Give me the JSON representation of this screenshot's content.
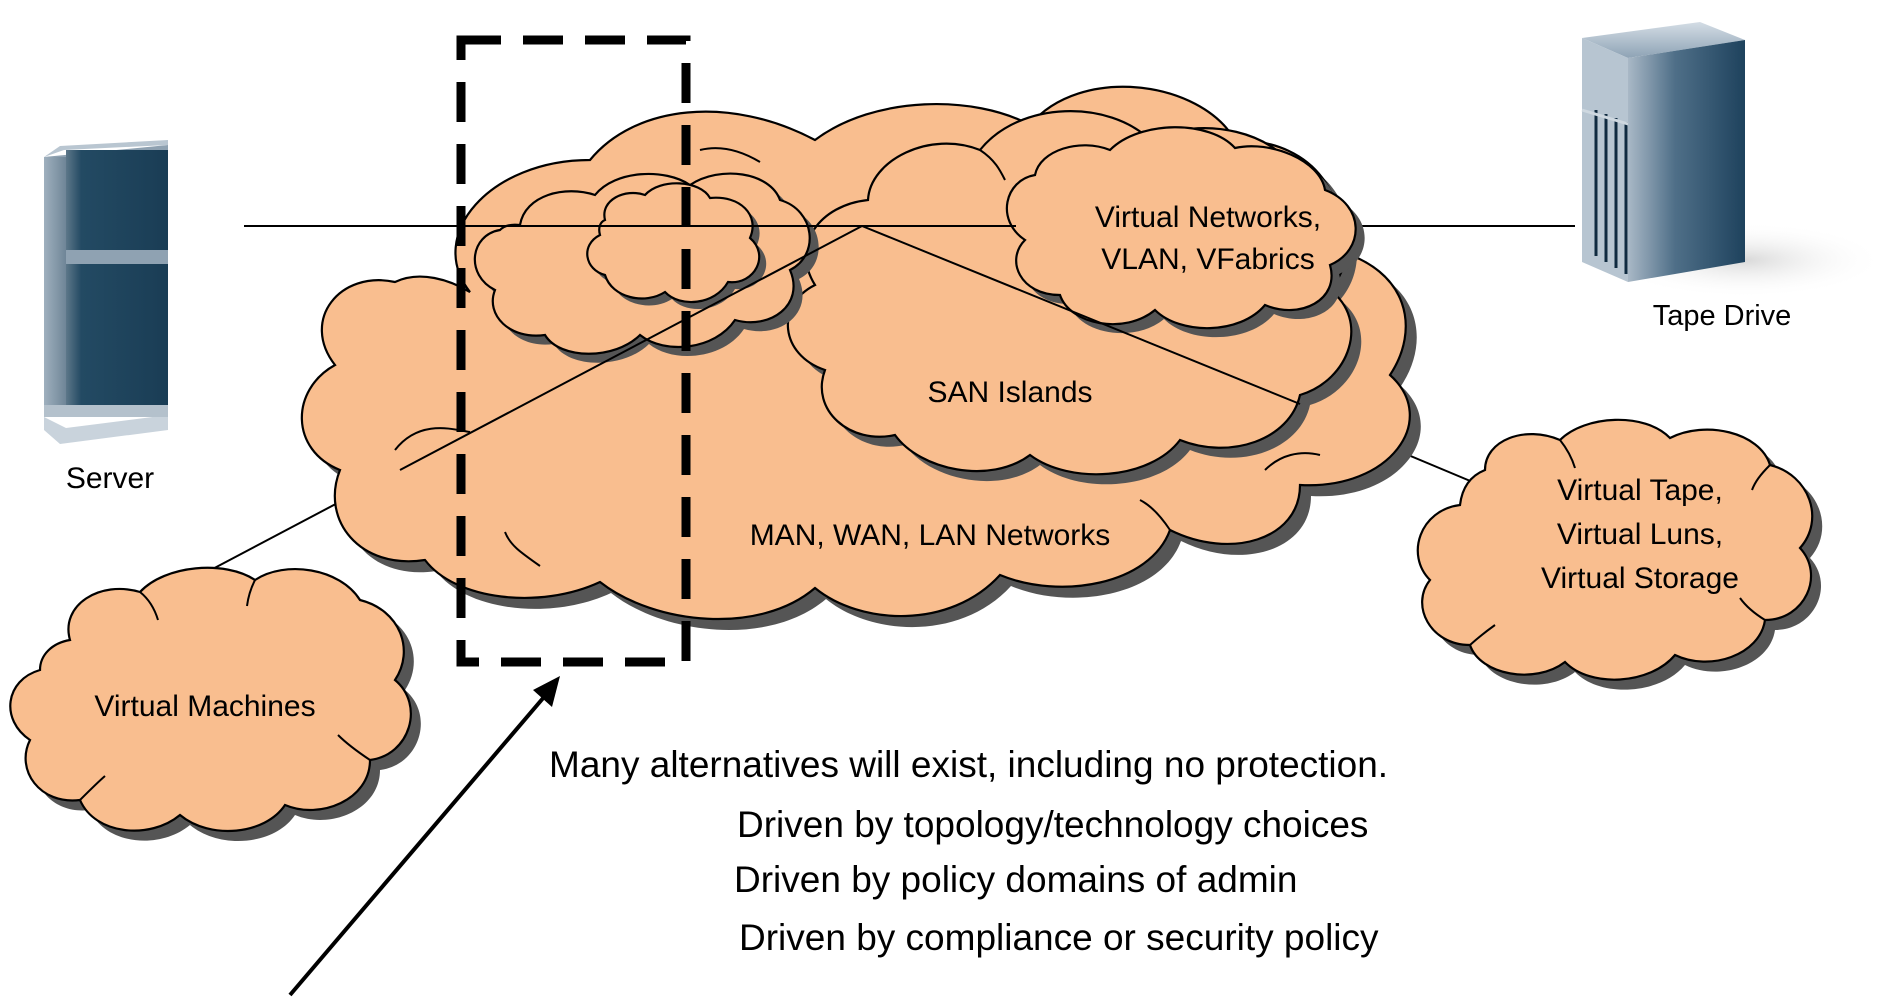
{
  "colors": {
    "cloud_fill": "#F9BE8F",
    "cloud_shadow": "#555555",
    "server_dark": "#1F4660",
    "server_light": "#7E93A4"
  },
  "devices": {
    "server": {
      "label": "Server",
      "icon": "server-tower-icon"
    },
    "tape_drive": {
      "label": "Tape Drive",
      "icon": "tape-drive-icon"
    }
  },
  "clouds": {
    "main_networks": "MAN, WAN, LAN Networks",
    "san_islands": "SAN Islands",
    "virtual_networks": [
      "Virtual Networks,",
      "VLAN, VFabrics"
    ],
    "virtual_machines": "Virtual Machines",
    "virtual_storage": [
      "Virtual Tape,",
      "Virtual Luns,",
      "Virtual Storage"
    ]
  },
  "notes": {
    "headline": "Many alternatives will exist, including no protection.",
    "points": [
      "Driven by topology/technology choices",
      "Driven by policy domains of admin",
      "Driven by compliance or security policy"
    ]
  }
}
